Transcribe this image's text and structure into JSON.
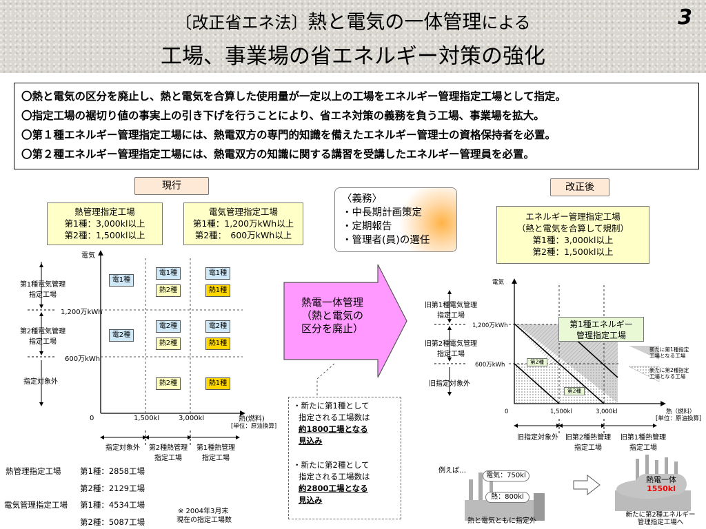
{
  "header": {
    "line1_bracket": "〔改正省エネ法〕",
    "line1_main": "熱と電気の一体管理",
    "line1_tail": "による",
    "line2": "工場、事業場の省エネルギー対策の強化",
    "slide_number": "3"
  },
  "summary": [
    "〇熱と電気の区分を廃止し、熱と電気を合算した使用量が一定以上の工場をエネルギー管理指定工場として指定。",
    "〇指定工場の裾切り値の事実上の引き下げを行うことにより、省エネ対策の義務を負う工場、事業場を拡大。",
    "〇第１種エネルギー管理指定工場には、熱電双方の専門的知識を備えたエネルギー管理士の資格保持者を必置。",
    "〇第２種エネルギー管理指定工場には、熱電双方の知識に関する講習を受講したエネルギー管理員を必置。"
  ],
  "current": {
    "tag": "現行",
    "heat_box": [
      "熱管理指定工場",
      "第1種：3,000kl以上",
      "第2種：1,500kl以上"
    ],
    "elec_box": [
      "電気管理指定工場",
      "第1種：1,200万kWh以上",
      "第2種：　600万kWh以上"
    ],
    "axis_y": "電気",
    "axis_x": "熱(燃料)",
    "axis_x_unit": "[単位：原油換算]",
    "origin": "0",
    "y_ticks": [
      "1,200万kWh",
      "600万kWh"
    ],
    "x_ticks": [
      "1,500kl",
      "3,000kl"
    ],
    "y_bands": [
      [
        "第1種電気管理",
        "指定工場"
      ],
      [
        "第2種電気管理",
        "指定工場"
      ],
      [
        "指定対象外"
      ]
    ],
    "x_bands": [
      [
        "指定対象外"
      ],
      [
        "第2種熱管理",
        "指定工場"
      ],
      [
        "第1種熱管理",
        "指定工場"
      ]
    ],
    "cells": {
      "elec1": "電1種",
      "elec2": "電2種",
      "heat1": "熱1種",
      "heat2": "熱2種"
    }
  },
  "counts": {
    "heat_label": "熱管理指定工場",
    "elec_label": "電気管理指定工場",
    "heat_1": "第1種：2858工場",
    "heat_2": "第2種：2129工場",
    "elec_1": "第1種：4534工場",
    "elec_2": "第2種：5087工場",
    "note1": "※ 2004年3月末",
    "note2": "現在の指定工場数"
  },
  "duties": {
    "title": "〈義務〉",
    "items": [
      "・中長期計画策定",
      "・定期報告",
      "・管理者(員)の選任"
    ]
  },
  "arrow": {
    "line1": "熱電一体管理",
    "line2": "（熱と電気の",
    "line3": "区分を廃止）"
  },
  "notes": {
    "a1": "・新たに第1種として",
    "a2": "指定される工場数は",
    "a3": "約1800工場となる",
    "a4": "見込み",
    "b1": "・新たに第2種として",
    "b2": "指定される工場数は",
    "b3": "約2800工場となる",
    "b4": "見込み"
  },
  "revised": {
    "tag": "改正後",
    "box": [
      "エネルギー管理指定工場",
      "（熱と電気を合算して規制）",
      "第1種：3,000kl以上",
      "第2種：1,500kl以上"
    ],
    "axis_y": "電気",
    "axis_x": "熱（燃料）",
    "axis_x_unit": "[単位：原油換算]",
    "origin": "0",
    "y_ticks": [
      "1,200万kWh",
      "600万kWh"
    ],
    "x_ticks": [
      "1,500kl",
      "3,000kl"
    ],
    "y_bands": [
      [
        "旧第1種電気管理",
        "指定工場"
      ],
      [
        "旧第2種電気管理",
        "指定工場"
      ],
      [
        "旧指定対象外"
      ]
    ],
    "x_bands": [
      [
        "旧指定対象外"
      ],
      [
        "旧第2種熱管理",
        "指定工場"
      ],
      [
        "旧第1種熱管理",
        "指定工場"
      ]
    ],
    "green_box": [
      "第1種エネルギー",
      "管理指定工場"
    ],
    "cell2": "第2種",
    "new1": [
      "新たに第1種指定",
      "工場となる工場"
    ],
    "new2": [
      "新たに第2種指定",
      "工場となる工場"
    ]
  },
  "example": {
    "label": "例えば…",
    "elec": "電気：750kl",
    "heat": "熱：800kl",
    "left_caption": "熱と電気ともに指定外",
    "right_title": "熱電一体",
    "right_value": "1550kl",
    "right_caption": [
      "新たに第2種エネルギー",
      "管理指定工場へ"
    ]
  }
}
